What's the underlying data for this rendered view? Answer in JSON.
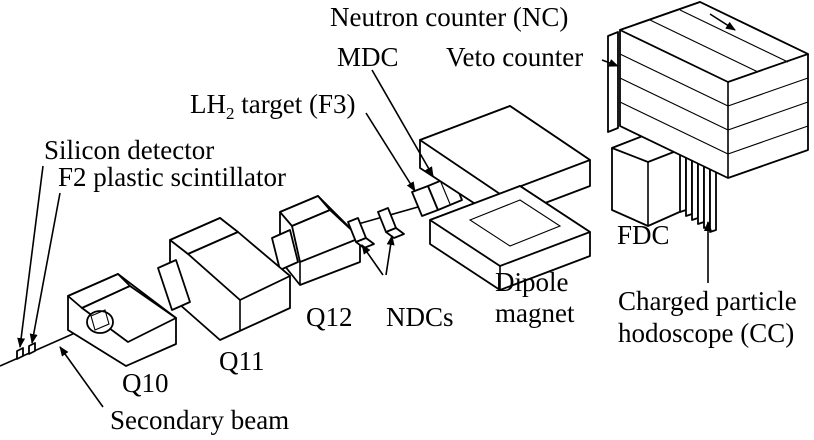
{
  "labels": {
    "neutron_counter": "Neutron counter (NC)",
    "veto_counter": "Veto counter",
    "mdc": "MDC",
    "lh2_target_main": "LH",
    "lh2_target_sub": "2",
    "lh2_target_rest": " target (F3)",
    "silicon_detector": "Silicon detector",
    "f2_scintillator": "F2 plastic scintillator",
    "fdc": "FDC",
    "dipole_line1": "Dipole",
    "dipole_line2": "magnet",
    "q12": "Q12",
    "ndcs": "NDCs",
    "charged_line1": "Charged particle",
    "charged_line2": "hodoscope (CC)",
    "q10": "Q10",
    "q11": "Q11",
    "secondary_beam": "Secondary beam"
  }
}
